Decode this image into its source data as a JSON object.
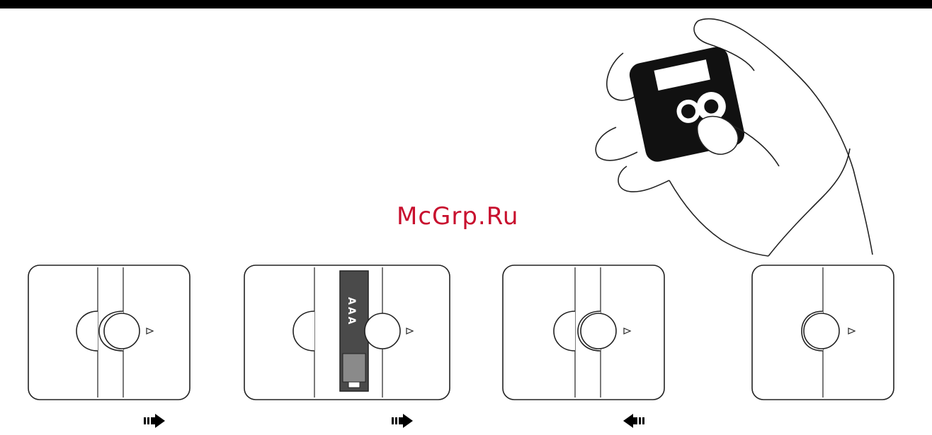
{
  "watermark": {
    "text": "McGrp.Ru",
    "color": "#c8102e"
  },
  "battery": {
    "label": "AAA"
  },
  "steps": [
    {
      "arrow": "right"
    },
    {
      "arrow": "right"
    },
    {
      "arrow": "left"
    },
    {
      "arrow": "none"
    }
  ]
}
